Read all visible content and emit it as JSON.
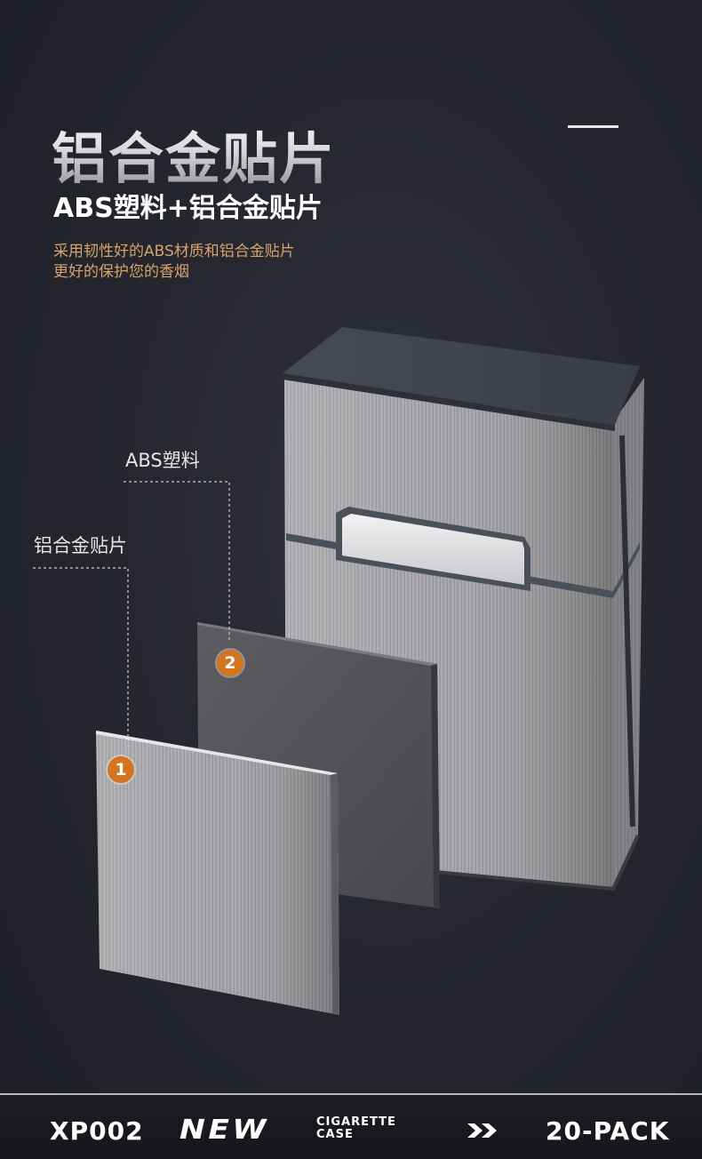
{
  "header": {
    "title": "铝合金贴片",
    "subtitle": "ABS塑料+铝合金贴片",
    "description_lines": [
      "采用韧性好的ABS材质和铝合金贴片",
      "更好的保护您的香烟"
    ]
  },
  "callouts": {
    "abs": {
      "label": "ABS塑料",
      "number": "2"
    },
    "aluminum": {
      "label": "铝合金贴片",
      "number": "1"
    }
  },
  "footer": {
    "model": "XP002",
    "new_text": "NEW",
    "category_lines": [
      "CIGARETTE",
      "CASE"
    ],
    "arrows_icon": "double-chevron-right-icon",
    "pack": "20-PACK"
  },
  "colors": {
    "background": "#24252d",
    "accent_orange": "#d2751e",
    "description_gold": "#d6a36c"
  }
}
